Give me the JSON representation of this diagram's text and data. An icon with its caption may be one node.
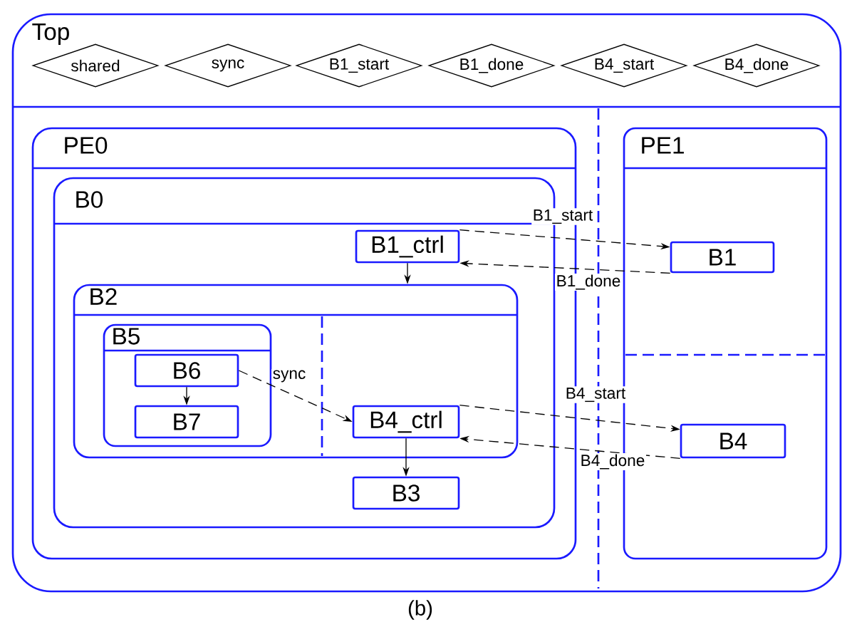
{
  "diagram": {
    "caption": "(b)",
    "nodes": [
      {
        "text": [
          "Top"
        ]
      },
      {
        "text": [
          "shared"
        ],
        "in": 0
      },
      {
        "text": [
          "sync"
        ],
        "in": 0
      },
      {
        "text": [
          "B1_start"
        ],
        "in": 0
      },
      {
        "text": [
          "B1_done"
        ],
        "in": 0
      },
      {
        "text": [
          "B4_start"
        ],
        "in": 0
      },
      {
        "text": [
          "B4_done"
        ],
        "in": 0
      },
      {
        "text": [
          "PE0"
        ],
        "in": 0
      },
      {
        "text": [
          "B0"
        ],
        "in": 7
      },
      {
        "text": [
          "B1_ctrl"
        ],
        "in": 8
      },
      {
        "text": [
          "B2"
        ],
        "in": 8
      },
      {
        "text": [
          "B5"
        ],
        "in": 10
      },
      {
        "text": [
          "B6"
        ],
        "in": 11
      },
      {
        "text": [
          "B7"
        ],
        "in": 11
      },
      {
        "text": [
          "B4_ctrl"
        ],
        "in": 10
      },
      {
        "text": [
          "B3"
        ],
        "in": 8
      },
      {
        "text": [
          "PE1"
        ],
        "in": 0
      },
      {
        "text": [
          "B1"
        ],
        "in": 16
      },
      {
        "text": [
          "B4"
        ],
        "in": 16
      }
    ],
    "edges": [
      {
        "from": 9,
        "to": 10,
        "arrow": "to"
      },
      {
        "from": 9,
        "to": 17,
        "arrow": "to",
        "label": "B1_start",
        "style": "dashed"
      },
      {
        "from": 17,
        "to": 9,
        "arrow": "to",
        "label": "B1_done",
        "style": "dashed"
      },
      {
        "from": 12,
        "to": 13,
        "arrow": "to"
      },
      {
        "from": 12,
        "to": 14,
        "arrow": "to",
        "label": "sync",
        "style": "dashed"
      },
      {
        "from": 14,
        "to": 18,
        "arrow": "to",
        "label": "B4_start",
        "style": "dashed"
      },
      {
        "from": 18,
        "to": 14,
        "arrow": "to",
        "label": "B4_done",
        "style": "dashed"
      },
      {
        "from": 14,
        "to": 15,
        "arrow": "to"
      }
    ]
  }
}
